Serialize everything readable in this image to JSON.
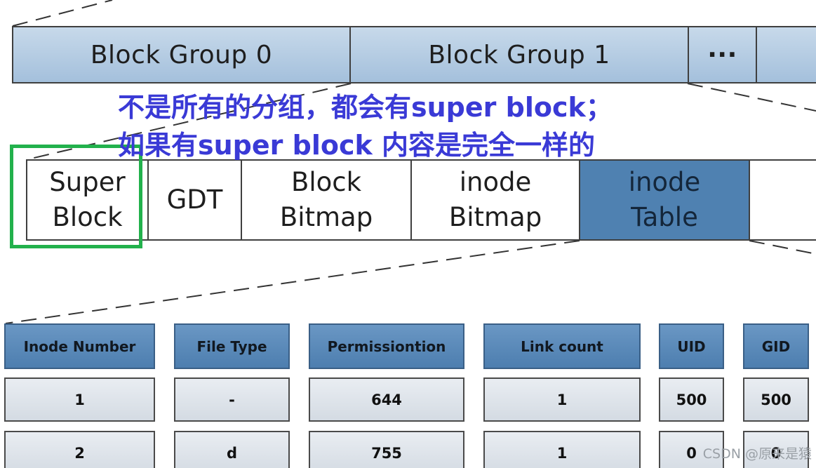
{
  "block_groups": {
    "group0_label": "Block Group 0",
    "group1_label": "Block Group 1",
    "ellipsis": "···"
  },
  "block_group_detail": {
    "super_block": [
      "Super",
      "Block"
    ],
    "gdt": "GDT",
    "block_bitmap": [
      "Block",
      "Bitmap"
    ],
    "inode_bitmap": [
      "inode",
      "Bitmap"
    ],
    "inode_table": [
      "inode",
      "Table"
    ]
  },
  "annotation": {
    "line1": "不是所有的分组，都会有super block；",
    "line2": "如果有super block 内容是完全一样的",
    "color": "#3a3ad6",
    "highlight_color": "#22b14c"
  },
  "inode_table": {
    "headers": [
      "Inode Number",
      "File Type",
      "Permissiontion",
      "Link count",
      "UID",
      "GID"
    ],
    "rows": [
      [
        "1",
        "-",
        "644",
        "1",
        "500",
        "500"
      ],
      [
        "2",
        "d",
        "755",
        "1",
        "0",
        "0"
      ]
    ]
  },
  "watermark": "CSDN @原来是猿"
}
